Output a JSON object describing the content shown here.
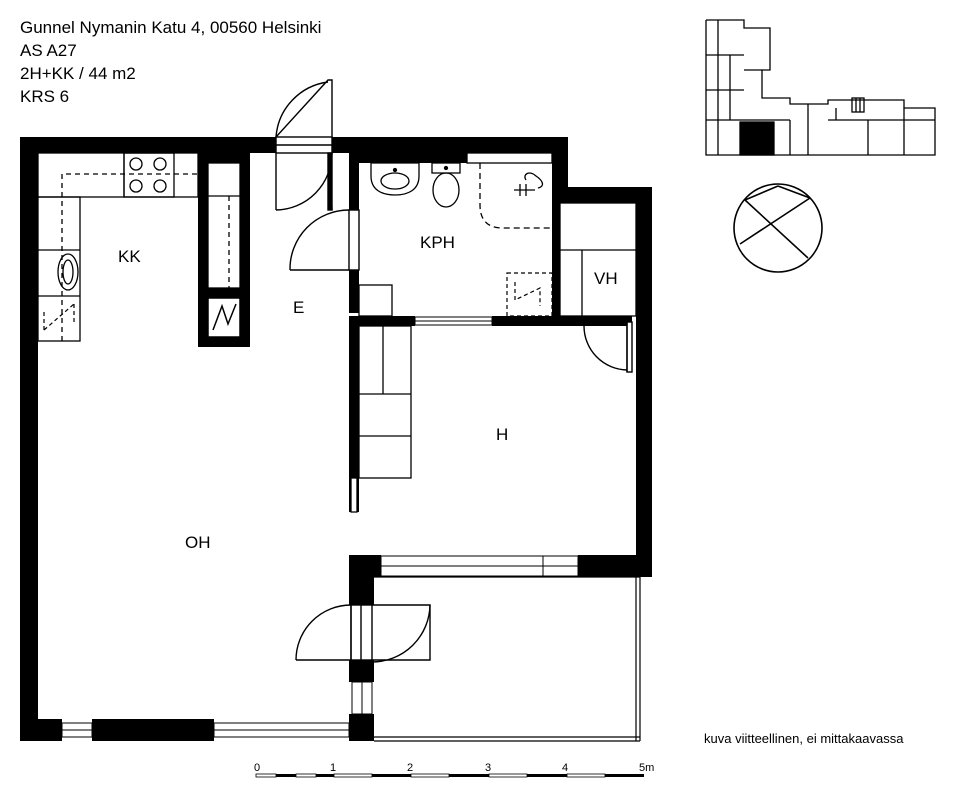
{
  "header": {
    "address": "Gunnel Nymanin Katu 4, 00560 Helsinki",
    "apartment": "AS A27",
    "type": "2H+KK / 44 m2",
    "floor": "KRS 6"
  },
  "rooms": {
    "kitchen": "KK",
    "bathroom": "KPH",
    "wardrobe": "VH",
    "hall": "E",
    "bedroom": "H",
    "living": "OH"
  },
  "scale_bar": {
    "labels": [
      "0",
      "1",
      "2",
      "3",
      "4",
      "5m"
    ]
  },
  "disclaimer": "kuva viitteellinen, ei mittakaavassa"
}
